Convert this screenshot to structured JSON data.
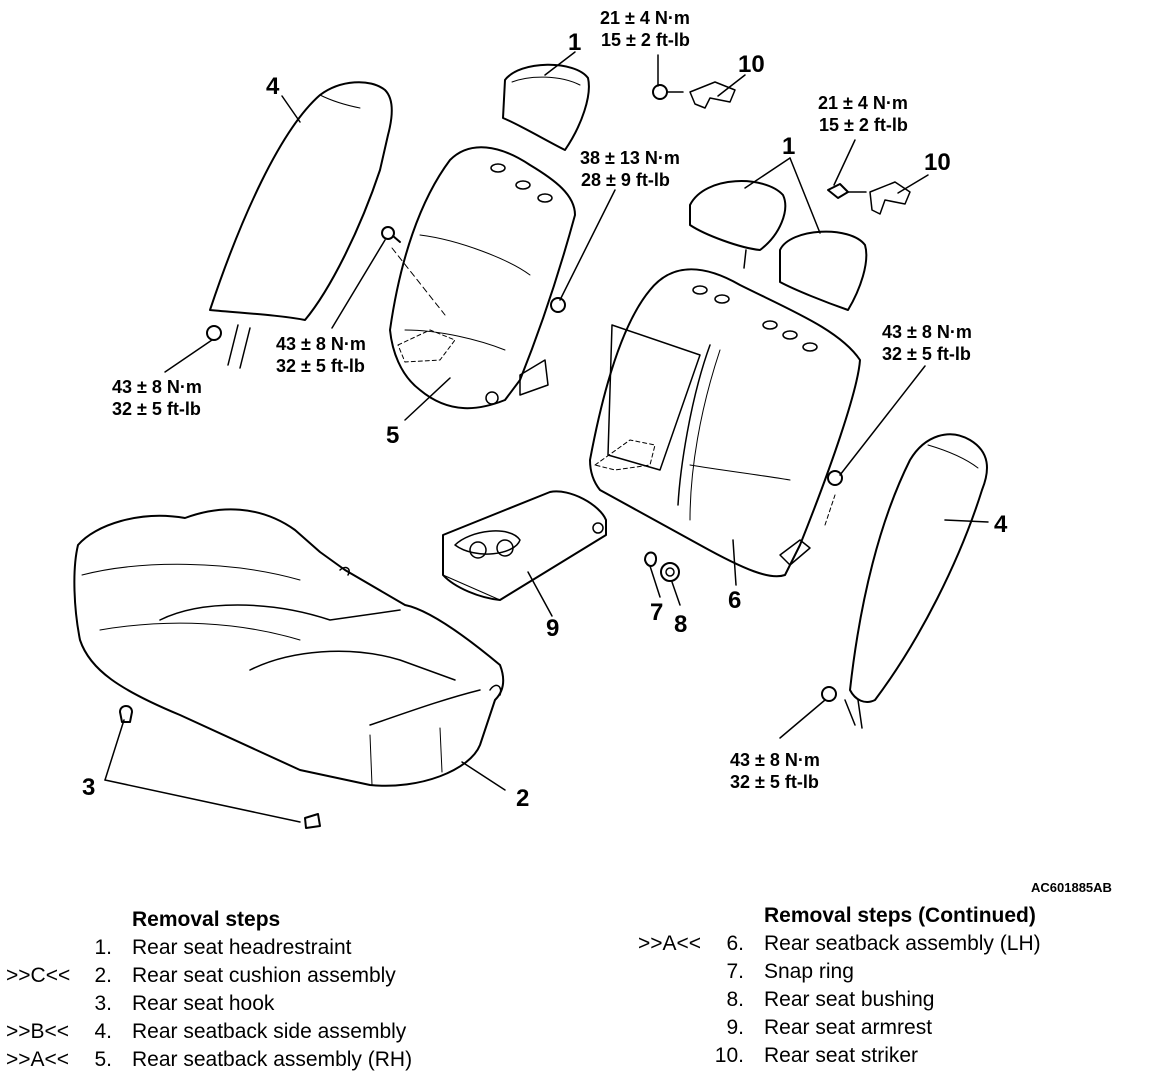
{
  "figure_code": "AC601885AB",
  "callouts": {
    "c1a": "1",
    "c1b": "1",
    "c4a": "4",
    "c4b": "4",
    "c5": "5",
    "c6": "6",
    "c10a": "10",
    "c10b": "10",
    "c2": "2",
    "c3": "3",
    "c7": "7",
    "c8": "8",
    "c9": "9"
  },
  "torques": [
    {
      "nm": "21 ± 4 N·m",
      "ftlb": "15 ± 2 ft-lb"
    },
    {
      "nm": "21 ± 4 N·m",
      "ftlb": "15 ± 2 ft-lb"
    },
    {
      "nm": "38 ± 13 N·m",
      "ftlb": "28 ± 9 ft-lb"
    },
    {
      "nm": "43 ± 8 N·m",
      "ftlb": "32 ± 5 ft-lb"
    },
    {
      "nm": "43 ± 8 N·m",
      "ftlb": "32 ± 5 ft-lb"
    },
    {
      "nm": "43 ± 8 N·m",
      "ftlb": "32 ± 5 ft-lb"
    },
    {
      "nm": "43 ± 8 N·m",
      "ftlb": "32 ± 5 ft-lb"
    }
  ],
  "removal_left": {
    "title": "Removal steps",
    "steps": [
      {
        "tag": "",
        "num": "1.",
        "text": "Rear seat headrestraint"
      },
      {
        "tag": ">>C<<",
        "num": "2.",
        "text": "Rear seat cushion assembly"
      },
      {
        "tag": "",
        "num": "3.",
        "text": "Rear seat hook"
      },
      {
        "tag": ">>B<<",
        "num": "4.",
        "text": "Rear seatback side assembly"
      },
      {
        "tag": ">>A<<",
        "num": "5.",
        "text": "Rear seatback assembly (RH)"
      }
    ]
  },
  "removal_right": {
    "title": "Removal steps (Continued)",
    "steps": [
      {
        "tag": ">>A<<",
        "num": "6.",
        "text": "Rear seatback assembly (LH)"
      },
      {
        "tag": "",
        "num": "7.",
        "text": "Snap ring"
      },
      {
        "tag": "",
        "num": "8.",
        "text": "Rear seat bushing"
      },
      {
        "tag": "",
        "num": "9.",
        "text": "Rear seat armrest"
      },
      {
        "tag": "",
        "num": "10.",
        "text": "Rear seat striker"
      }
    ]
  }
}
